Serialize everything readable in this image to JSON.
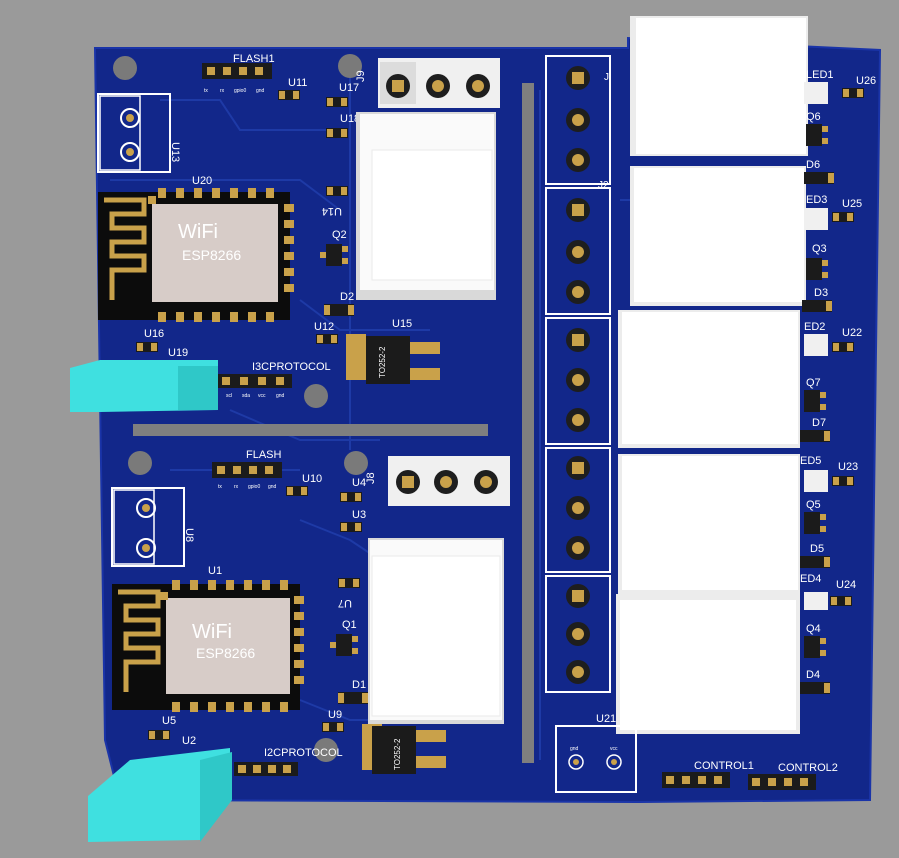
{
  "pcb": {
    "flash_top": "FLASH1",
    "flash_bottom": "FLASH",
    "flash_pins": [
      "tx",
      "rx",
      "gpio0",
      "gnd"
    ],
    "i2c_top": "I3CPROTOCOL",
    "i2c_bottom": "I2CPROTOCOL",
    "i2c_pins": [
      "scl",
      "sda",
      "vcc",
      "gnd"
    ],
    "wifi_text": "WiFi",
    "esp_text": "ESP8266",
    "to252_text": "TO252-2",
    "control1": "CONTROL1",
    "control2": "CONTROL2",
    "u21_pins": [
      "gnd",
      "vcc"
    ],
    "labels": {
      "U11": "U11",
      "U17": "U17",
      "U18": "U18",
      "U13": "U13",
      "U20": "U20",
      "U14": "U14",
      "Q2": "Q2",
      "D2": "D2",
      "U12": "U12",
      "U15": "U15",
      "U16": "U16",
      "U19": "U19",
      "J9": "J9",
      "J8": "J8",
      "U10": "U10",
      "U4": "U4",
      "U3": "U3",
      "U8": "U8",
      "U7": "U7",
      "U1": "U1",
      "Q1": "Q1",
      "D1": "D1",
      "U9": "U9",
      "U5": "U5",
      "U2": "U2",
      "U21": "U21",
      "LED1": "LED1",
      "U26": "U26",
      "Q6": "Q6",
      "D6": "D6",
      "LED3": "ED3",
      "U25": "U25",
      "Q3": "Q3",
      "D3": "D3",
      "LED2": "ED2",
      "U22": "U22",
      "Q7": "Q7",
      "D7": "D7",
      "LED5": "ED5",
      "U23": "U23",
      "Q5": "Q5",
      "D5": "D5",
      "LED4": "ED4",
      "U24": "U24",
      "Q4": "Q4",
      "D4": "D4",
      "J_top": "J",
      "J2": "J2"
    }
  }
}
